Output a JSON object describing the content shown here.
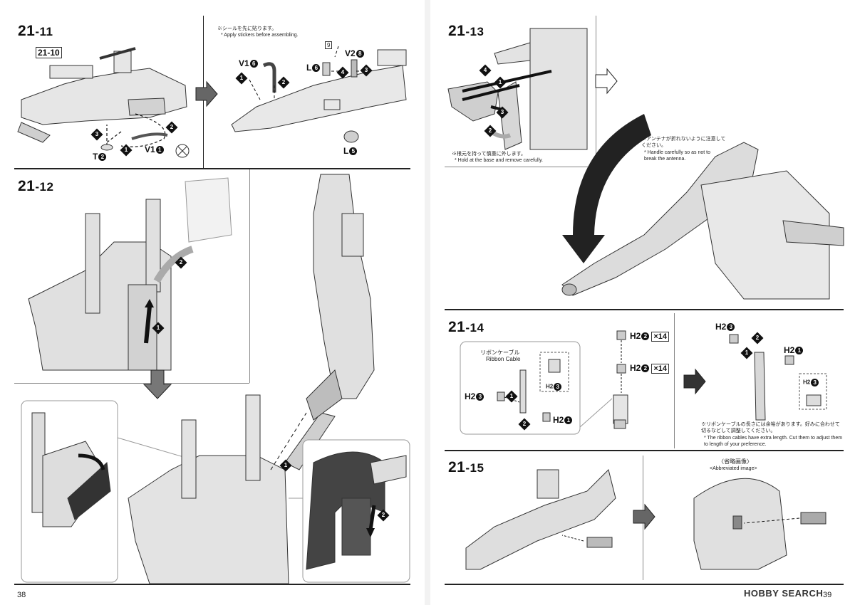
{
  "left_page": {
    "page_number": "38",
    "step_21_11": {
      "step_main": "21",
      "step_sub": "-11",
      "ref_box": "21-10",
      "note_jp": "※シールを先に貼ります。",
      "note_en": "* Apply stickers before assembling.",
      "parts_left": {
        "v1": "V1",
        "t2": "T",
        "n1": "1",
        "n2": "2",
        "n3": "3"
      },
      "parts_right": {
        "v1_label": "V1",
        "v2_label": "V2",
        "l6_label": "L",
        "l5_label": "L",
        "sticker_no": "9"
      }
    },
    "step_21_12": {
      "step_main": "21",
      "step_sub": "-12"
    }
  },
  "right_page": {
    "page_number": "39",
    "step_21_13": {
      "step_main": "21",
      "step_sub": "-13",
      "note_base_jp": "※根元を持って慎重に外します。",
      "note_base_en": "* Hold at the base and remove carefully.",
      "note_antenna_jp": "※アンテナが折れないように注意してください。",
      "note_antenna_en": "* Handle carefully so as not to break the antenna."
    },
    "step_21_14": {
      "step_main": "21",
      "step_sub": "-14",
      "ribbon_jp": "リボンケーブル",
      "ribbon_en": "Ribbon Cable",
      "h2": "H2",
      "x14": "×14",
      "note_ribbon_jp": "※リボンケーブルの長さには余裕があります。好みに合わせて切るなどして調整してください。",
      "note_ribbon_en": "* The ribbon cables have extra length. Cut them to adjust them to length of your preference."
    },
    "step_21_15": {
      "step_main": "21",
      "step_sub": "-15",
      "abbr_jp": "〈省略画像〉",
      "abbr_en": "<Abbreviated image>"
    },
    "watermark": "HOBBY SEARCH"
  }
}
